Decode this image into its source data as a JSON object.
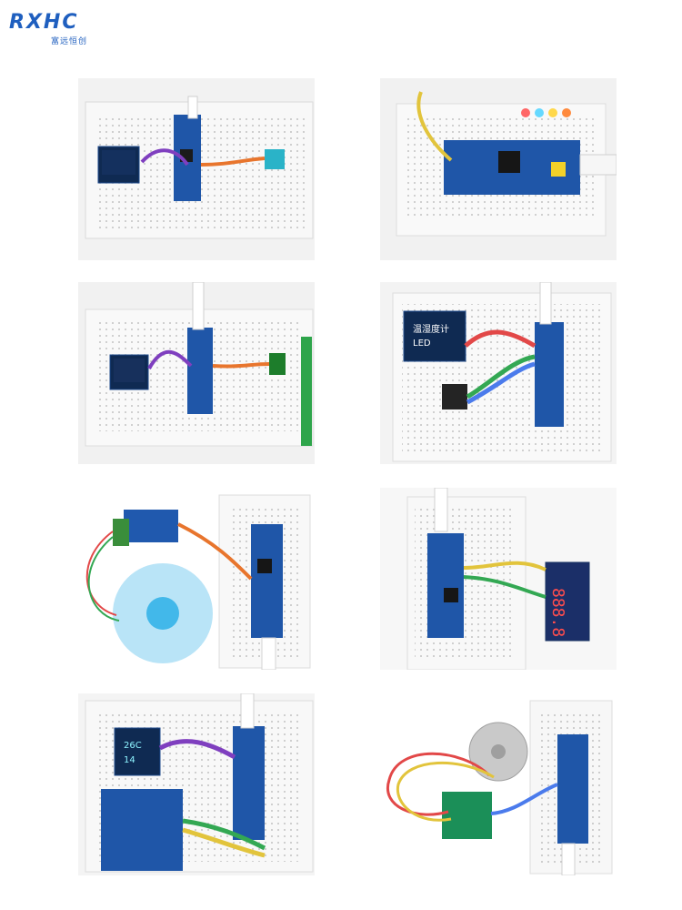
{
  "brand": {
    "logo_text": "RXHC",
    "logo_subtext": "富远恒创",
    "color": "#1f5fbf"
  },
  "photos": [
    {
      "components": [
        "breadboard",
        "stm32-board",
        "oled-display",
        "sensor-module"
      ]
    },
    {
      "components": [
        "breadboard",
        "stm32-board",
        "leds",
        "usb-cable"
      ]
    },
    {
      "components": [
        "breadboard",
        "stm32-board",
        "oled-display",
        "sensor-module",
        "probe"
      ]
    },
    {
      "components": [
        "breadboard",
        "stm32-board",
        "oled-display",
        "sensor-module"
      ]
    },
    {
      "components": [
        "breadboard",
        "stm32-board",
        "motor-driver",
        "fan"
      ]
    },
    {
      "components": [
        "breadboard",
        "stm32-board",
        "seven-segment-display"
      ]
    },
    {
      "components": [
        "breadboard",
        "stm32-board",
        "oled-display",
        "keypad"
      ]
    },
    {
      "components": [
        "breadboard",
        "stm32-board",
        "stepper-motor",
        "driver-board"
      ]
    }
  ],
  "oled_text": [
    "温湿度计",
    "LED",
    "26C",
    "14"
  ],
  "segment_text": "888.8"
}
